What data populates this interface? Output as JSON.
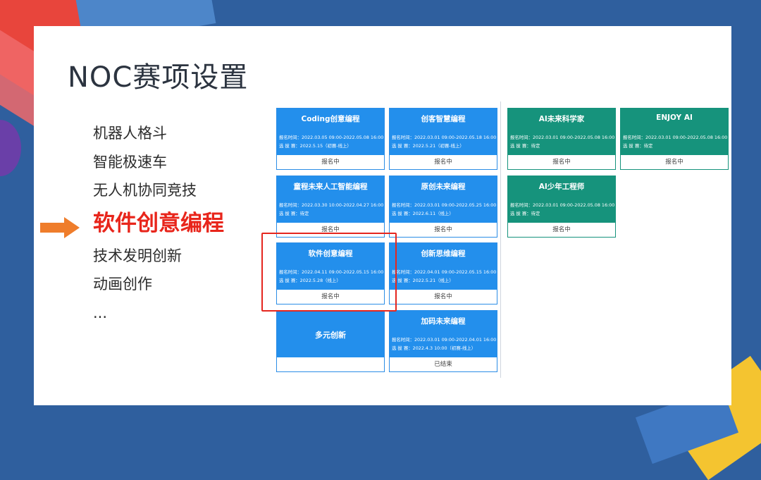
{
  "title": "NOC赛项设置",
  "menu": [
    {
      "label": "机器人格斗",
      "active": false
    },
    {
      "label": "智能极速车",
      "active": false
    },
    {
      "label": "无人机协同竞技",
      "active": false
    },
    {
      "label": "软件创意编程",
      "active": true
    },
    {
      "label": "技术发明创新",
      "active": false
    },
    {
      "label": "动画创作",
      "active": false
    },
    {
      "label": "...",
      "active": false
    }
  ],
  "colors": {
    "active": "#e8251b",
    "arrow": "#ef7d2b",
    "card_blue": "#238fec",
    "card_green": "#16937c",
    "highlight": "#e5261e"
  },
  "cards": [
    {
      "name": "Coding创意编程",
      "time": "报名时间：2022.03.05 09:00-2022.05.08 16:00",
      "select": "选 拔 赛：2022.5.15（初赛-线上）",
      "status": "报名中"
    },
    {
      "name": "创客智慧编程",
      "time": "报名时间：2022.03.01 09:00-2022.05.18 16:00",
      "select": "选 拔 赛：2022.5.21（初赛-线上）",
      "status": "报名中"
    },
    {
      "name": "AI未来科学家",
      "time": "报名时间：2022.03.01 09:00-2022.05.08 16:00",
      "select": "选 拔 赛：待定",
      "status": "报名中"
    },
    {
      "name": "ENJOY AI",
      "time": "报名时间：2022.03.01 09:00-2022.05.08 16:00",
      "select": "选 拔 赛：待定",
      "status": "报名中"
    },
    {
      "name": "童程未来人工智能编程",
      "time": "报名时间：2022.03.30 10:00-2022.04.27 16:00",
      "select": "选 拔 赛：待定",
      "status": "报名中"
    },
    {
      "name": "原创未来编程",
      "time": "报名时间：2022.03.01 09:00-2022.05.25 16:00",
      "select": "选 拔 赛：2022.6.11（线上）",
      "status": "报名中"
    },
    {
      "name": "AI少年工程师",
      "time": "报名时间：2022.03.01 09:00-2022.05.08 16:00",
      "select": "选 拔 赛：待定",
      "status": "报名中"
    },
    {
      "name": "软件创意编程",
      "time": "报名时间：2022.04.11 09:00-2022.05.15 16:00",
      "select": "选 拔 赛：2022.5.28（线上）",
      "status": "报名中"
    },
    {
      "name": "创新思维编程",
      "time": "报名时间：2022.04.01 09:00-2022.05.15 16:00",
      "select": "选 拔 赛：2022.5.21（线上）",
      "status": "报名中"
    },
    {
      "name": "多元创新",
      "time": "",
      "select": "",
      "status": ""
    },
    {
      "name": "加码未来编程",
      "time": "报名时间：2022.03.01 09:00-2022.04.01 16:00",
      "select": "选 拔 赛：2022.4.3 10:00（初赛-线上）",
      "status": "已结束"
    }
  ]
}
